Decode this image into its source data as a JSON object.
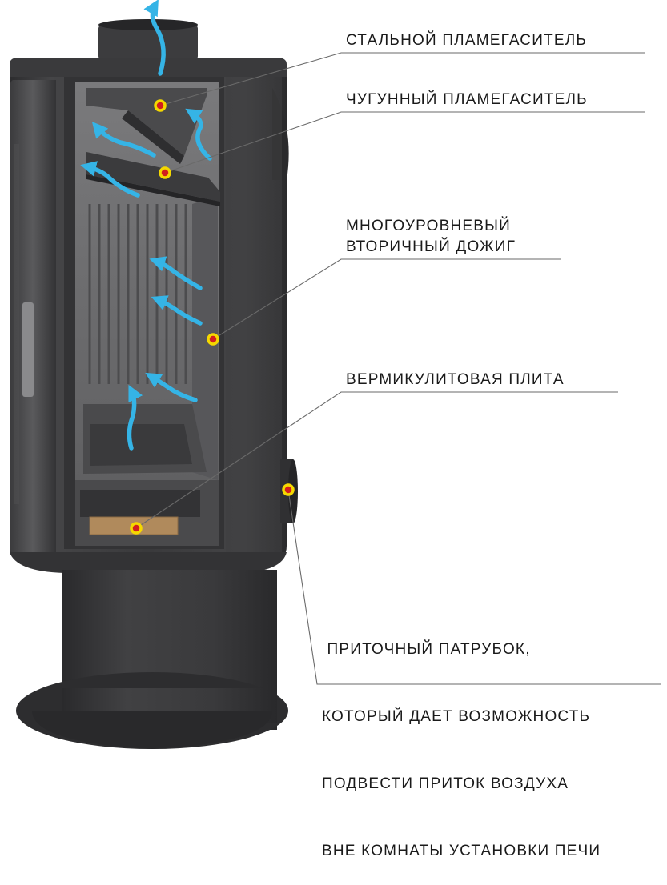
{
  "labels": {
    "steel_deflector": "СТАЛЬНОЙ ПЛАМЕГАСИТЕЛЬ",
    "cast_iron_deflector": "ЧУГУННЫЙ ПЛАМЕГАСИТЕЛЬ",
    "secondary_burn": [
      "МНОГОУРОВНЕВЫЙ",
      "ВТОРИЧНЫЙ ДОЖИГ"
    ],
    "vermiculite_plate": "ВЕРМИКУЛИТОВАЯ ПЛИТА",
    "air_inlet": [
      " ПРИТОЧНЫЙ ПАТРУБОК,",
      "КОТОРЫЙ ДАЕТ ВОЗМОЖНОСТЬ",
      "ПОДВЕСТИ ПРИТОК ВОЗДУХА",
      "ВНЕ КОМНАТЫ УСТАНОВКИ ПЕЧИ"
    ]
  },
  "colors": {
    "stove_body": "#3b3b3d",
    "stove_dark": "#2a2a2c",
    "firebox_interior": "#6c6c6e",
    "airflow_arrow": "#35b4e6",
    "marker_fill": "#d21e1e",
    "marker_ring": "#f5d800",
    "vermiculite": "#b08a5c"
  },
  "icons": [
    "airflow-arrow-icon",
    "callout-marker-icon"
  ]
}
